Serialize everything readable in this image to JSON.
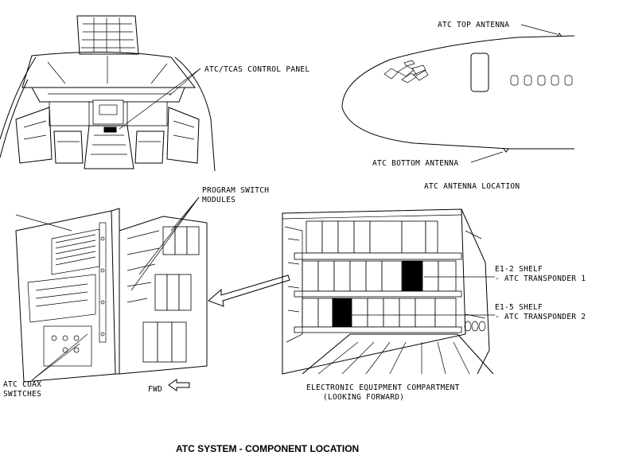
{
  "labels": {
    "atc_top_antenna": "ATC TOP ANTENNA",
    "atc_tcas_control_panel": "ATC/TCAS CONTROL PANEL",
    "atc_bottom_antenna": "ATC BOTTOM ANTENNA",
    "atc_antenna_location": "ATC ANTENNA LOCATION",
    "program_switch_modules_line1": "PROGRAM SWITCH",
    "program_switch_modules_line2": "MODULES",
    "e1_2_shelf": "E1-2 SHELF",
    "atc_transponder_1": "- ATC TRANSPONDER 1",
    "e1_5_shelf": "E1-5 SHELF",
    "atc_transponder_2": "- ATC TRANSPONDER 2",
    "atc_coax_switches_line1": "ATC COAX",
    "atc_coax_switches_line2": "SWITCHES",
    "fwd": "FWD",
    "compartment_line1": "ELECTRONIC EQUIPMENT COMPARTMENT",
    "compartment_line2": "(LOOKING FORWARD)"
  },
  "figure_title": "ATC SYSTEM - COMPONENT LOCATION"
}
